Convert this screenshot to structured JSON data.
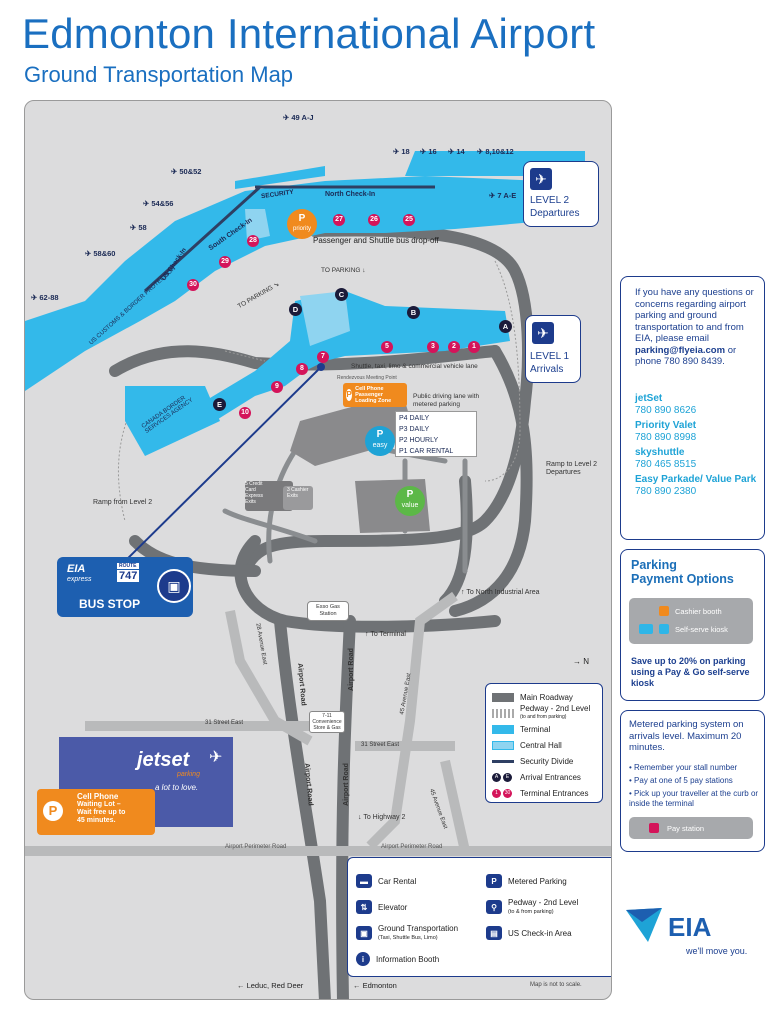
{
  "title": "Edmonton International Airport",
  "subtitle": "Ground Transportation Map",
  "colors": {
    "terminal": "#33b9ea",
    "roadway": "#6f7275",
    "brand_blue": "#1d3b8c",
    "accent_blue": "#1ea3d6",
    "pin_pink": "#d4145a",
    "orange": "#f08a1e",
    "green": "#5cb847",
    "jetset_purple": "#4b5aa8"
  },
  "gates": {
    "g49": "49 A-J",
    "g18": "18",
    "g16": "16",
    "g14": "14",
    "g8": "8,10&12",
    "g7": "7 A-E",
    "g50": "50&52",
    "g54": "54&56",
    "g58": "58",
    "g58b": "58&60",
    "g62": "62-88"
  },
  "map_labels": {
    "north_checkin": "North Check-In",
    "south_checkin": "South Check-In",
    "security": "SECURITY",
    "us_checkin": "US Check-In",
    "us_customs": "US CUSTOMS & BORDER PROTECTION",
    "canada_border": "CANADA BORDER SERVICES AGENCY",
    "dropoff": "Passenger and Shuttle bus drop-off",
    "to_parking_1": "TO PARKING",
    "to_parking_2": "TO PARKING",
    "shuttle_lane": "Shuttle, taxi, limo & commercial vehicle lane",
    "rendezvous": "Rendezvous Meeting Point",
    "public_lane": "Public driving lane with metered parking",
    "cell_loading": "Cell Phone Passenger Loading Zone",
    "p4": "P4 DAILY",
    "p3": "P3 DAILY",
    "p2": "P2 HOURLY",
    "p1": "P1 CAR RENTAL",
    "easy": "easy",
    "value": "value",
    "credit_card": "5 Credit Card Express Exits",
    "cashier": "3 Cashier Exits",
    "ramp_from": "Ramp from Level 2",
    "ramp_to": "Ramp to Level 2 Departures",
    "esso": "Esso Gas Station",
    "to_north_industrial": "To North Industrial Area",
    "to_terminal": "To Terminal",
    "road_28": "28 Avenue East",
    "airport_road_1": "Airport Road",
    "airport_road_2": "Airport Road",
    "airport_road_3": "Airport Road",
    "airport_road_4": "Airport Road",
    "ave_45": "45 Avenue East",
    "ave_45b": "45 Avenue East",
    "st_31a": "31 Street East",
    "st_31b": "31 Street East",
    "seven_eleven": "7-11 Convenience Store & Gas",
    "to_highway": "To Highway 2",
    "perimeter_1": "Airport Perimeter Road",
    "perimeter_2": "Airport Perimeter Road",
    "leduc": "Leduc, Red Deer",
    "edmonton": "Edmonton",
    "not_to_scale": "Map is not to scale.",
    "north_arrow": "N",
    "priority": "priority"
  },
  "arrival_entrances": [
    "A",
    "B",
    "C",
    "D",
    "E"
  ],
  "terminal_entrances": [
    "1",
    "2",
    "3",
    "5",
    "7",
    "8",
    "9",
    "10",
    "25",
    "26",
    "27",
    "28",
    "29",
    "30"
  ],
  "level2": {
    "line1": "LEVEL 2",
    "line2": "Departures"
  },
  "level1": {
    "line1": "LEVEL 1",
    "line2": "Arrivals"
  },
  "bus_stop": {
    "brand": "EIA",
    "sub": "express",
    "route_label": "ROUTE",
    "route": "747",
    "label": "BUS STOP"
  },
  "jetset": {
    "logo": "jetset",
    "sub": "parking",
    "tagline": "a lot to love."
  },
  "cell_lot": {
    "line1": "Cell Phone",
    "line2": "Waiting Lot –",
    "line3": "Wait free up to",
    "line4": "45 minutes."
  },
  "road_legend": [
    {
      "label": "Main Roadway",
      "sub": ""
    },
    {
      "label": "Pedway - 2nd Level",
      "sub": "(to and from parking)"
    },
    {
      "label": "Terminal",
      "sub": ""
    },
    {
      "label": "Central Hall",
      "sub": ""
    },
    {
      "label": "Security Divide",
      "sub": ""
    },
    {
      "label": "Arrival Entrances",
      "sub": ""
    },
    {
      "label": "Terminal Entrances",
      "sub": ""
    }
  ],
  "legend_markers": {
    "arr_from": "A",
    "arr_to": "E",
    "term_from": "1",
    "term_to": "30"
  },
  "icon_legend": [
    {
      "label": "Car Rental",
      "sub": ""
    },
    {
      "label": "Elevator",
      "sub": ""
    },
    {
      "label": "Ground Transportation",
      "sub": "(Taxi, Shuttle Bus, Limo)"
    },
    {
      "label": "Information Booth",
      "sub": ""
    },
    {
      "label": "Metered Parking",
      "sub": ""
    },
    {
      "label": "Pedway - 2nd Level",
      "sub": "(to & from parking)"
    },
    {
      "label": "US Check-in Area",
      "sub": ""
    }
  ],
  "contact": {
    "intro": "If you have any questions or concerns regarding airport parking and ground transportation to and from EIA, please email",
    "email": "parking@flyeia.com",
    "phone_line": "or phone 780 890 8439.",
    "services": [
      {
        "name": "jetSet",
        "phone": "780 890 8626"
      },
      {
        "name": "Priority Valet",
        "phone": "780 890 8998"
      },
      {
        "name": "skyshuttle",
        "phone": "780 465 8515"
      },
      {
        "name": "Easy Parkade/ Value Park",
        "phone": "780 890 2380"
      }
    ]
  },
  "payment": {
    "title_1": "Parking",
    "title_2": "Payment Options",
    "cashier": "Cashier booth",
    "kiosk": "Self-serve kiosk",
    "note": "Save up to 20% on parking using a Pay & Go self-serve kiosk"
  },
  "metered": {
    "intro": "Metered parking system on arrivals level. Maximum 20 minutes.",
    "bullets": [
      "Remember your stall number",
      "Pay at one of 5 pay stations",
      "Pick up your traveller at the curb or inside the terminal"
    ],
    "pay_station": "Pay station"
  },
  "eia": {
    "logo": "EIA",
    "tagline": "we'll move you."
  }
}
